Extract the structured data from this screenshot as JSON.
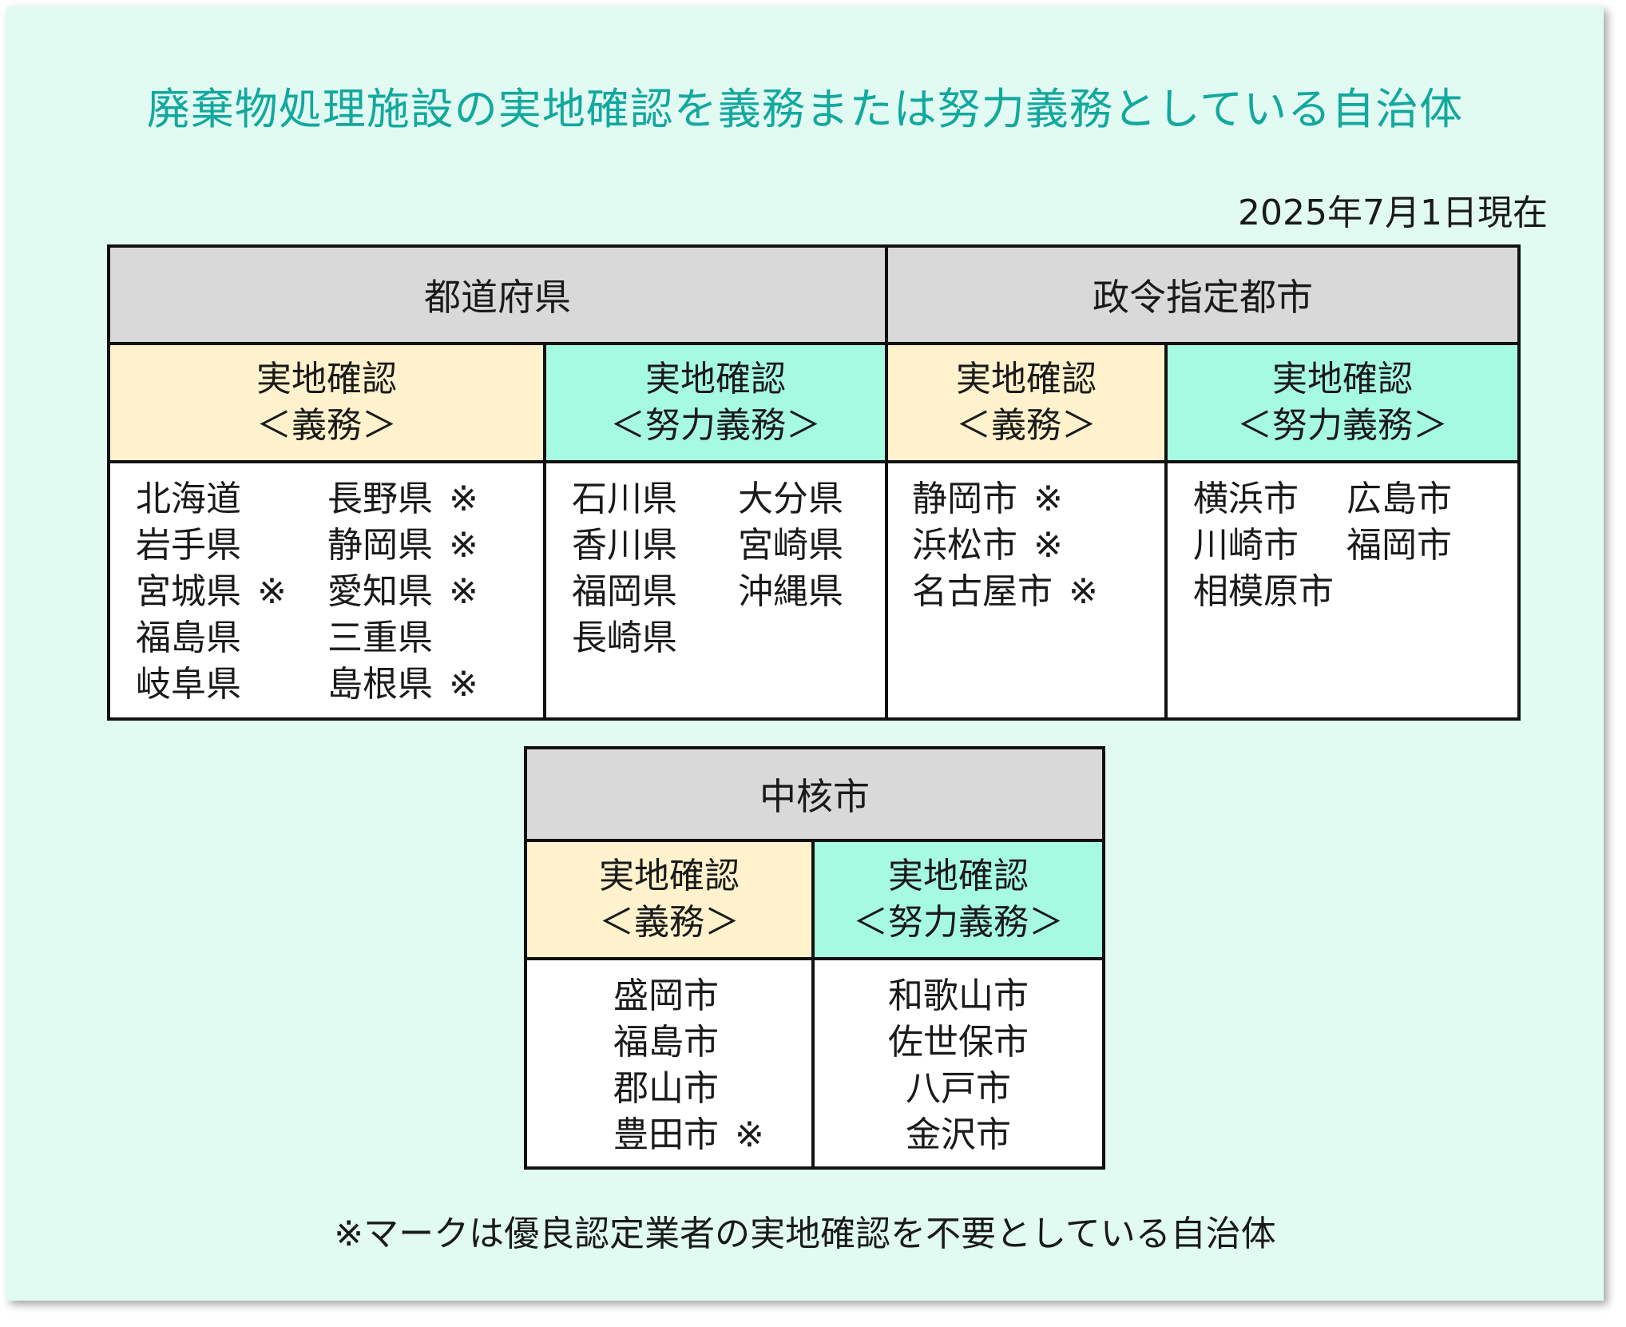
{
  "title": "廃棄物処理施設の実地確認を義務または努力義務としている自治体",
  "date": "2025年7月1日現在",
  "labels": {
    "duty_line1": "実地確認",
    "duty_line2": "＜義務＞",
    "effort_line1": "実地確認",
    "effort_line2": "＜努力義務＞",
    "mark": "※"
  },
  "prefectures": {
    "header": "都道府県",
    "duty_col1": [
      {
        "name": "北海道",
        "mark": ""
      },
      {
        "name": "岩手県",
        "mark": ""
      },
      {
        "name": "宮城県",
        "mark": "※"
      },
      {
        "name": "福島県",
        "mark": ""
      },
      {
        "name": "岐阜県",
        "mark": ""
      }
    ],
    "duty_col2": [
      {
        "name": "長野県",
        "mark": "※"
      },
      {
        "name": "静岡県",
        "mark": "※"
      },
      {
        "name": "愛知県",
        "mark": "※"
      },
      {
        "name": "三重県",
        "mark": ""
      },
      {
        "name": "島根県",
        "mark": "※"
      }
    ],
    "effort_col1": [
      {
        "name": "石川県",
        "mark": ""
      },
      {
        "name": "香川県",
        "mark": ""
      },
      {
        "name": "福岡県",
        "mark": ""
      },
      {
        "name": "長崎県",
        "mark": ""
      }
    ],
    "effort_col2": [
      {
        "name": "大分県",
        "mark": ""
      },
      {
        "name": "宮崎県",
        "mark": ""
      },
      {
        "name": "沖縄県",
        "mark": ""
      }
    ]
  },
  "designated_cities": {
    "header": "政令指定都市",
    "duty": [
      {
        "name": "静岡市",
        "mark": "※"
      },
      {
        "name": "浜松市",
        "mark": "※"
      },
      {
        "name": "名古屋市",
        "mark": "※"
      }
    ],
    "effort_col1": [
      {
        "name": "横浜市",
        "mark": ""
      },
      {
        "name": "川崎市",
        "mark": ""
      },
      {
        "name": "相模原市",
        "mark": ""
      }
    ],
    "effort_col2": [
      {
        "name": "広島市",
        "mark": ""
      },
      {
        "name": "福岡市",
        "mark": ""
      }
    ]
  },
  "core_cities": {
    "header": "中核市",
    "duty": [
      {
        "name": "盛岡市",
        "mark": ""
      },
      {
        "name": "福島市",
        "mark": ""
      },
      {
        "name": "郡山市",
        "mark": ""
      },
      {
        "name": "豊田市",
        "mark": "※"
      }
    ],
    "effort": [
      {
        "name": "和歌山市",
        "mark": ""
      },
      {
        "name": "佐世保市",
        "mark": ""
      },
      {
        "name": "八戸市",
        "mark": ""
      },
      {
        "name": "金沢市",
        "mark": ""
      }
    ]
  },
  "note": "※マークは優良認定業者の実地確認を不要としている自治体"
}
